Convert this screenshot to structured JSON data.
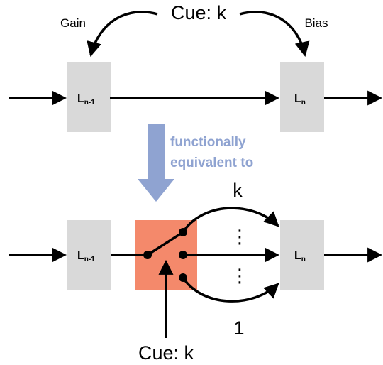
{
  "colors": {
    "layer_box": "#d9d9d9",
    "switch_box": "#f4896b",
    "equivalence_arrow": "#8fa3d1",
    "equivalence_text": "#8fa3d1",
    "lines": "#000000"
  },
  "top": {
    "cue_label": "Cue: k",
    "gain_label": "Gain",
    "bias_label": "Bias",
    "layer_prev": {
      "main": "L",
      "sub": "n-1"
    },
    "layer_next": {
      "main": "L",
      "sub": "n"
    }
  },
  "middle": {
    "equivalence_line1": "functionally",
    "equivalence_line2": "equivalent to"
  },
  "bottom": {
    "branch_top_label": "k",
    "branch_bottom_label": "1",
    "dots_upper": "⋮",
    "dots_lower": "⋮",
    "cue_label": "Cue: k",
    "layer_prev": {
      "main": "L",
      "sub": "n-1"
    },
    "layer_next": {
      "main": "L",
      "sub": "n"
    }
  }
}
